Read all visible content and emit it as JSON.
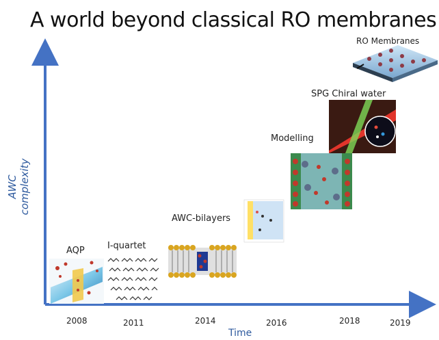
{
  "title": "A world beyond classical RO membranes",
  "axes": {
    "x_label": "Time",
    "y_label": "AWC complexity",
    "axis_color": "#4472c4"
  },
  "years": [
    "2008",
    "2011",
    "2014",
    "2016",
    "2018",
    "2019"
  ],
  "milestones": [
    {
      "label": "AQP",
      "image": "aquaporin-channel-image"
    },
    {
      "label": "I-quartet",
      "image": "i-quartet-lattice-image"
    },
    {
      "label": "AWC-bilayers",
      "image": "lipid-bilayer-image"
    },
    {
      "label": "",
      "image": "small-plot-image"
    },
    {
      "label": "Modelling",
      "image": "molecular-model-image"
    },
    {
      "label": "SPG Chiral water",
      "image": "chiral-water-spg-image"
    },
    {
      "label": "RO Membranes",
      "image": "ro-membrane-image"
    }
  ]
}
